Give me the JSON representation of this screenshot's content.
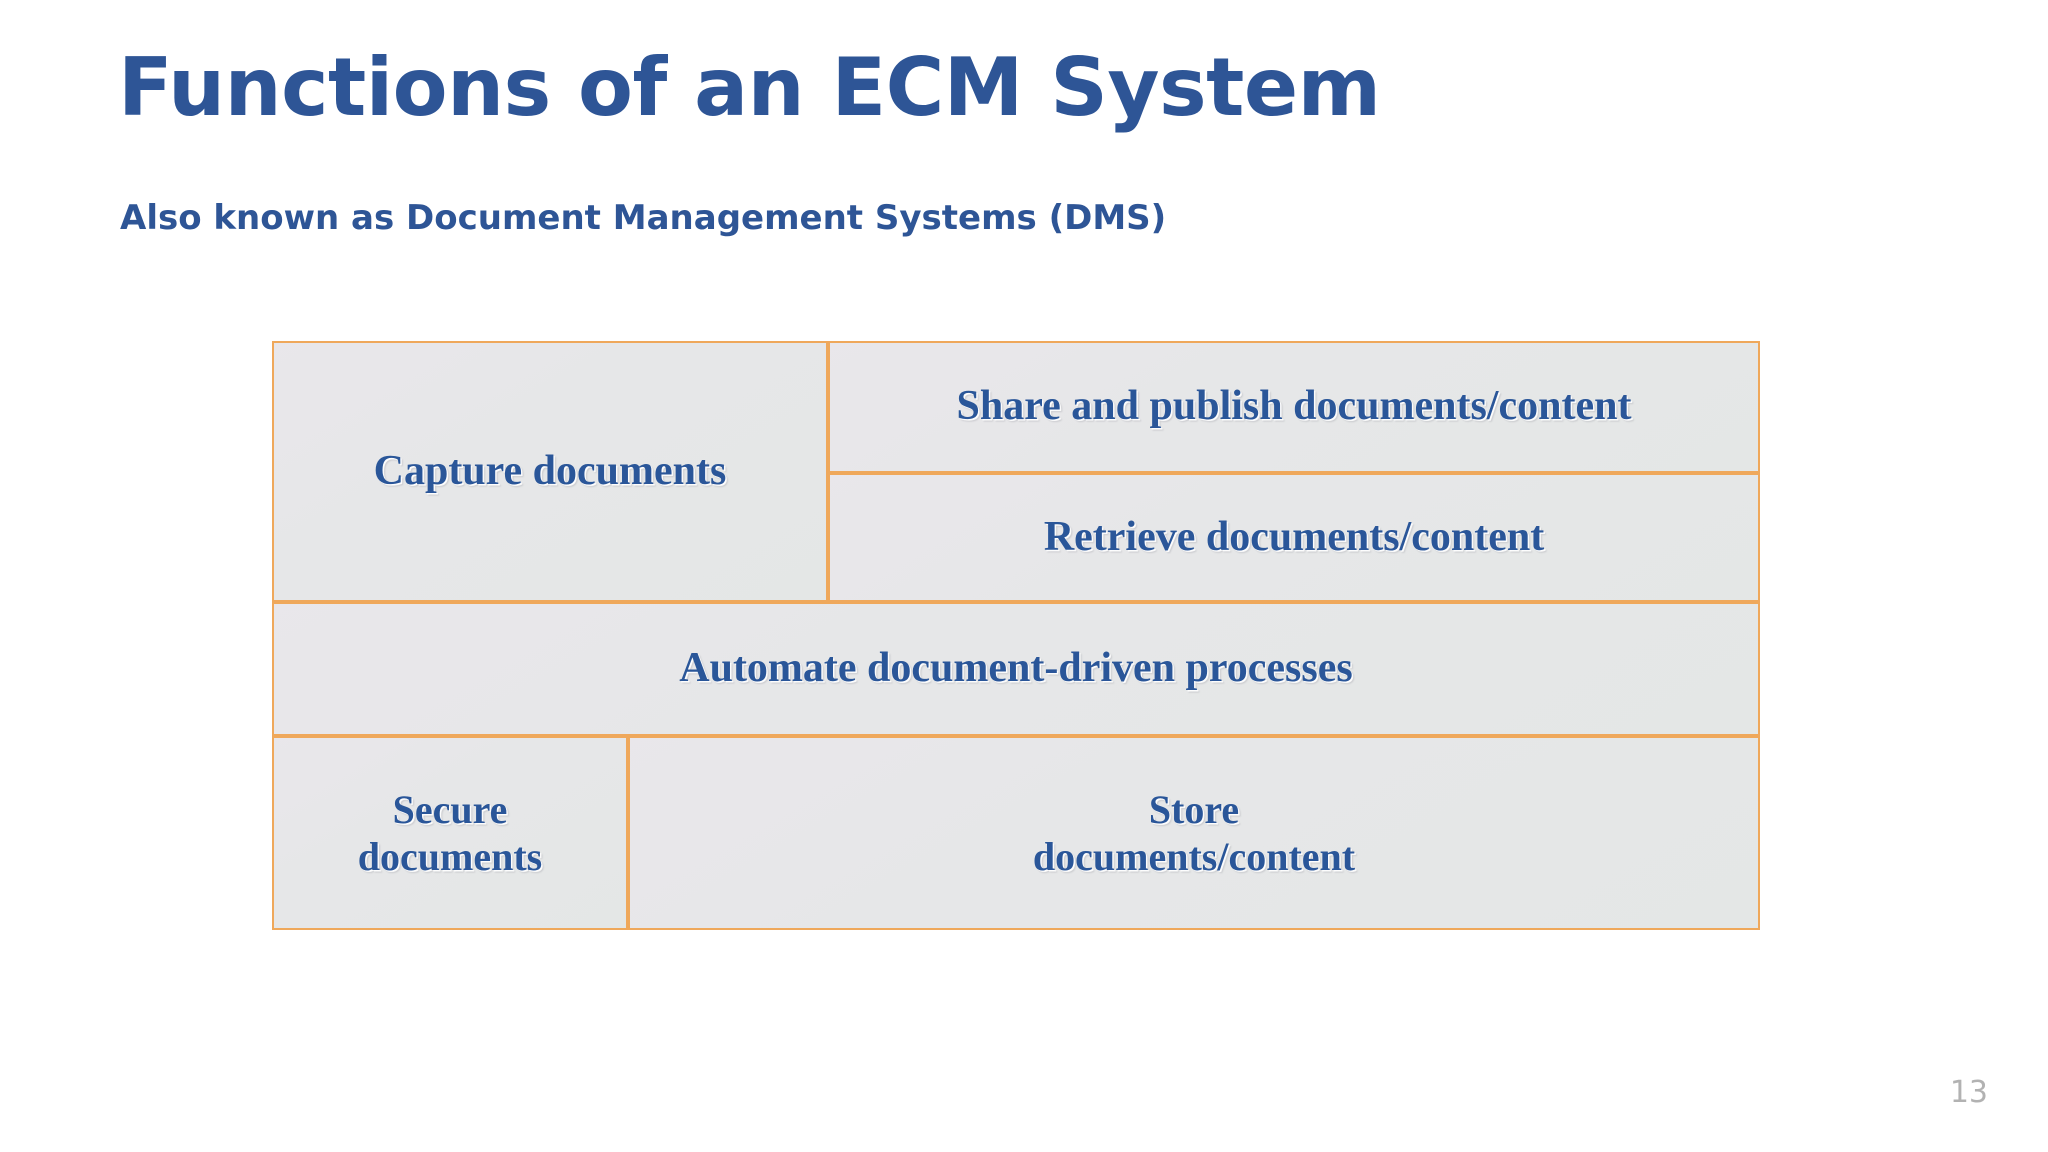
{
  "slide": {
    "title": "Functions of an ECM System",
    "subtitle": "Also known as Document Management Systems (DMS)",
    "page_number": "13",
    "colors": {
      "heading_blue": "#2E5596",
      "cell_text_blue": "#2A5699",
      "cell_fill": "#E7E7E9",
      "cell_border": "#EFA85B",
      "page_number_gray": "#B2B2B2",
      "background": "#FFFFFF"
    }
  },
  "matrix": {
    "cells": [
      {
        "id": "capture",
        "label": "Capture documents"
      },
      {
        "id": "share",
        "label": "Share and publish documents/content"
      },
      {
        "id": "retrieve",
        "label": "Retrieve documents/content"
      },
      {
        "id": "automate",
        "label": "Automate document-driven processes"
      },
      {
        "id": "secure",
        "label_line1": "Secure",
        "label_line2": "documents"
      },
      {
        "id": "store",
        "label_line1": "Store",
        "label_line2": "documents/content"
      }
    ]
  }
}
